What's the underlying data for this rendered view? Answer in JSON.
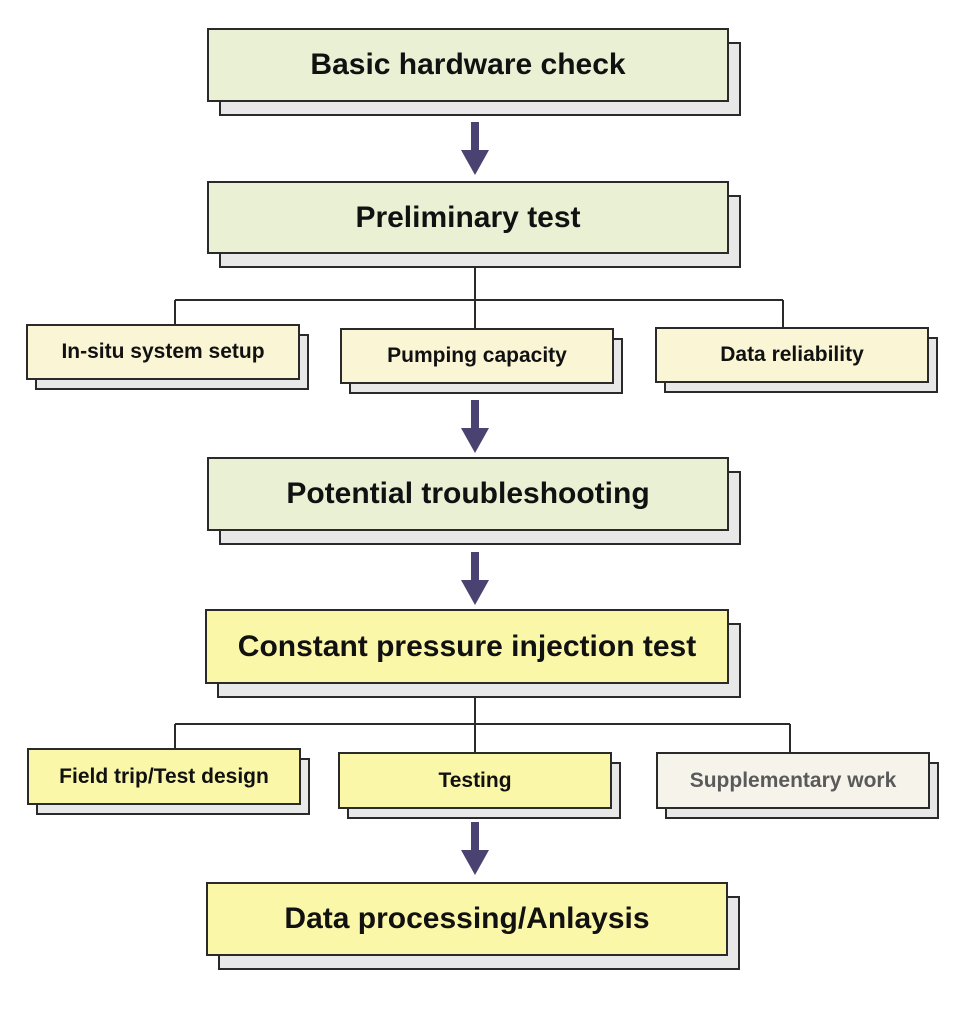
{
  "flowchart": {
    "steps": [
      {
        "label": "Basic hardware check"
      },
      {
        "label": "Preliminary test"
      },
      {
        "label": "Potential troubleshooting"
      },
      {
        "label": "Constant pressure injection test"
      },
      {
        "label": "Data processing/Anlaysis"
      }
    ],
    "preliminary_substeps": [
      {
        "label": "In-situ system setup"
      },
      {
        "label": "Pumping capacity"
      },
      {
        "label": "Data reliability"
      }
    ],
    "injection_substeps": [
      {
        "label": "Field trip/Test design"
      },
      {
        "label": "Testing"
      },
      {
        "label": "Supplementary work"
      }
    ]
  },
  "colors": {
    "step_green": "#e9f0d4",
    "step_yellow": "#fbf7a8",
    "substep_cream": "#faf5d4",
    "substep_grey": "#f6f3ea",
    "arrow": "#4a4270",
    "line": "#2a2a2a"
  }
}
